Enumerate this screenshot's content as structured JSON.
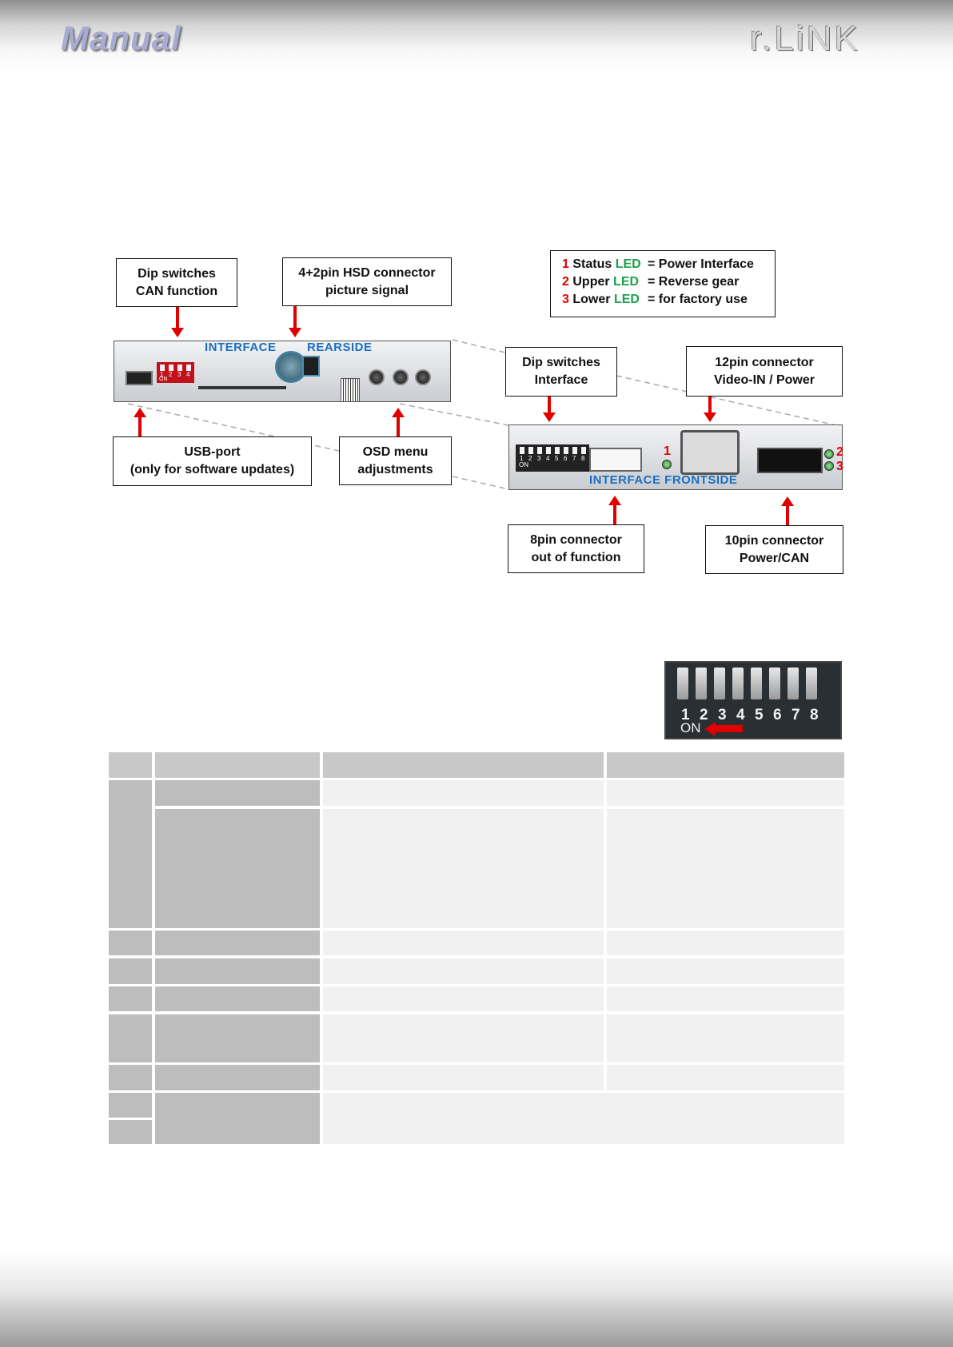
{
  "header": {
    "brand_left": "Manual",
    "brand_right": "r.LiNK"
  },
  "rear_device": {
    "title_left": "INTERFACE",
    "title_right": "REARSIDE",
    "dip_numbers": [
      "1",
      "2",
      "3",
      "4"
    ],
    "dip_on": "ON"
  },
  "front_device": {
    "title": "INTERFACE FRONTSIDE",
    "dip_numbers": [
      "1",
      "2",
      "3",
      "4",
      "5",
      "6",
      "7",
      "8"
    ],
    "dip_on": "ON",
    "led_numbers": [
      "1",
      "2",
      "3"
    ]
  },
  "labels": {
    "dip_can": "Dip switches\nCAN function",
    "hsd": "4+2pin HSD connector\npicture signal",
    "usb": "USB-port\n(only for software updates)",
    "osd": "OSD menu\nadjustments",
    "dip_interface": "Dip switches\nInterface",
    "pin12": "12pin connector\nVideo-IN / Power",
    "pin8": "8pin  connector\nout of function",
    "pin10": "10pin  connector\nPower/CAN"
  },
  "legend": {
    "rows": [
      {
        "num": "1",
        "name": "Status",
        "led": "LED",
        "value": "= Power Interface"
      },
      {
        "num": "2",
        "name": "Upper",
        "led": "LED",
        "value": "= Reverse gear"
      },
      {
        "num": "3",
        "name": "Lower",
        "led": "LED",
        "value": "= for factory use"
      }
    ]
  },
  "dip_photo": {
    "numbers": [
      "1",
      "2",
      "3",
      "4",
      "5",
      "6",
      "7",
      "8"
    ],
    "on_label": "ON"
  },
  "colors": {
    "accent_red": "#e10000",
    "led_green": "#1ea04a",
    "device_text_blue": "#1c6fc0"
  }
}
